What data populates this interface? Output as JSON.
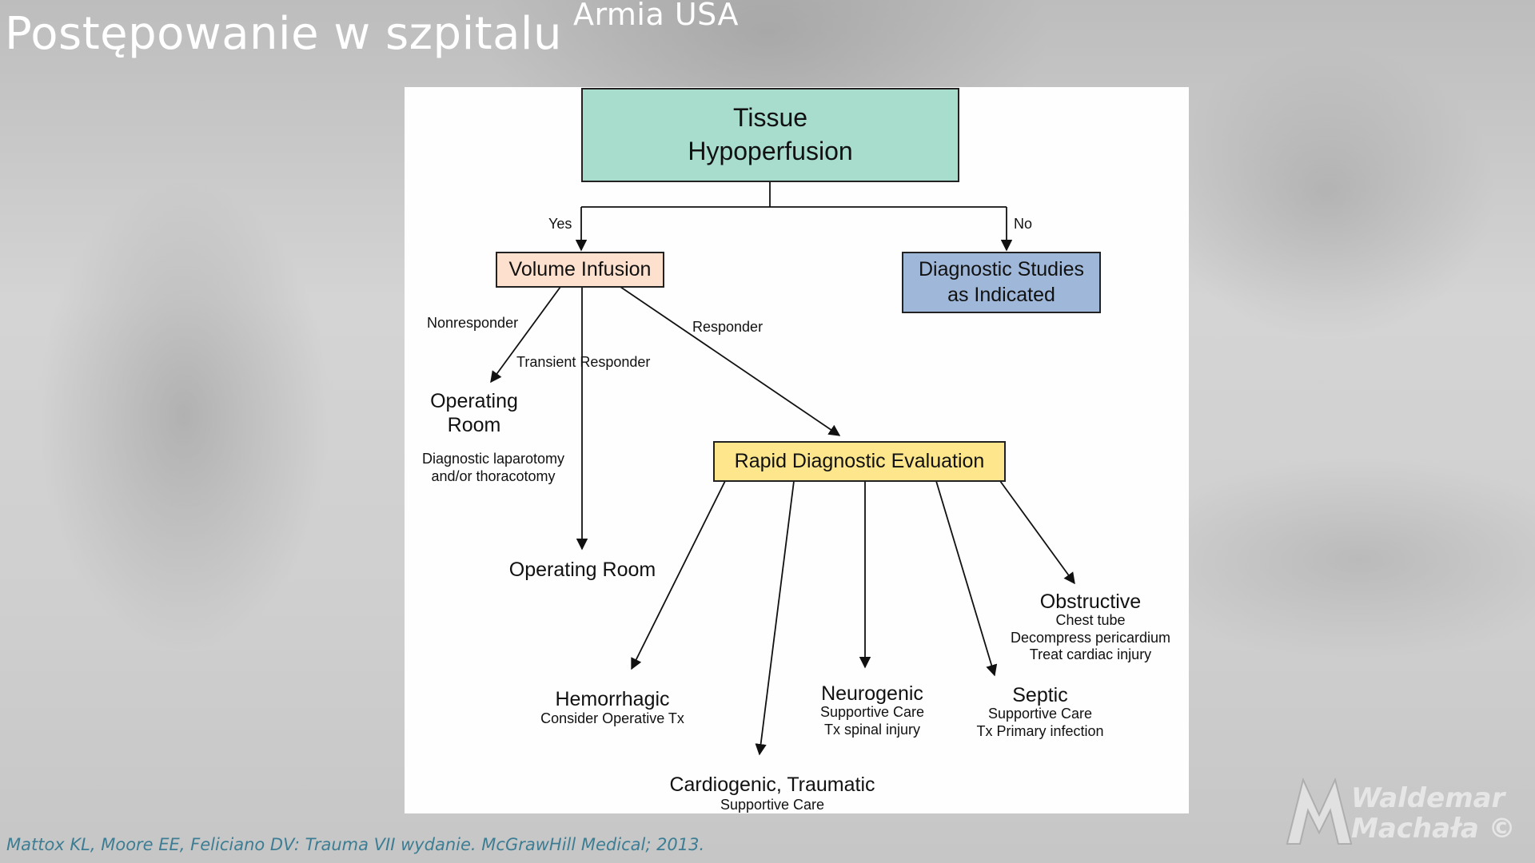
{
  "slide": {
    "title": "Postępowanie w szpitalu",
    "title_sup": "Armia USA",
    "citation": "Mattox KL, Moore EE, Feliciano DV: Trauma VII wydanie. McGrawHill Medical; 2013."
  },
  "watermark": {
    "first_name": "Waldemar",
    "last_name": "Machała ©"
  },
  "colors": {
    "tissue": "#a8dccd",
    "volume": "#fde0cd",
    "diagnostic": "#9fb7d8",
    "rapid": "#fde68c",
    "citation": "#3d7d93"
  },
  "diagram": {
    "nodes": {
      "tissue": "Tissue\nHypoperfusion",
      "volume": "Volume Infusion",
      "diagnostic": "Diagnostic Studies\nas Indicated",
      "rapid": "Rapid Diagnostic Evaluation"
    },
    "edges": {
      "yes": "Yes",
      "no": "No",
      "nonresponder": "Nonresponder",
      "transient": "Transient Responder",
      "responder": "Responder"
    },
    "outcomes": {
      "or1_title": "Operating\nRoom",
      "or1_desc": "Diagnostic laparotomy\nand/or thoracotomy",
      "or2_title": "Operating Room",
      "hemorrhagic_title": "Hemorrhagic",
      "hemorrhagic_desc": "Consider Operative Tx",
      "cardiogenic_title": "Cardiogenic, Traumatic",
      "cardiogenic_desc": "Supportive Care",
      "neurogenic_title": "Neurogenic",
      "neurogenic_desc": "Supportive Care\nTx spinal injury",
      "septic_title": "Septic",
      "septic_desc": "Supportive Care\nTx Primary infection",
      "obstructive_title": "Obstructive",
      "obstructive_desc": "Chest tube\nDecompress pericardium\nTreat cardiac injury"
    }
  }
}
